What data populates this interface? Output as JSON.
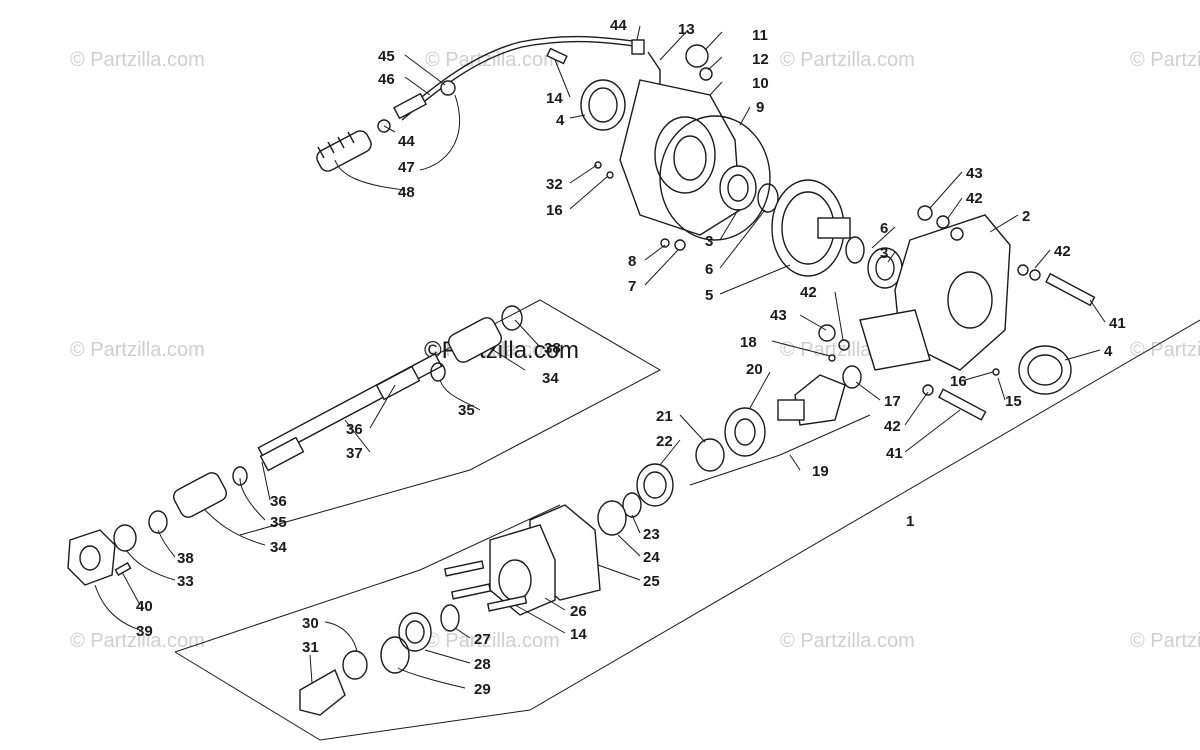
{
  "watermarks": [
    "© Partzilla.com",
    "© Partzilla.com",
    "© Partzilla.com",
    "© Partzilla.com",
    "© Partzilla.com",
    "© Partzilla.com",
    "© Partzilla.com",
    "© Partzilla.com",
    "© Partzilla.com",
    "© Partzilla.com",
    "© Partzilla.com",
    "© Partzilla.com"
  ],
  "center_watermark": "©Partzilla.com",
  "callouts": [
    "44",
    "13",
    "11",
    "12",
    "45",
    "46",
    "10",
    "14",
    "4",
    "9",
    "44",
    "47",
    "48",
    "32",
    "16",
    "3",
    "6",
    "5",
    "8",
    "7",
    "43",
    "42",
    "2",
    "6",
    "3",
    "42",
    "41",
    "4",
    "43",
    "42",
    "18",
    "38",
    "34",
    "20",
    "16",
    "15",
    "17",
    "35",
    "42",
    "21",
    "22",
    "36",
    "37",
    "41",
    "19",
    "36",
    "35",
    "34",
    "1",
    "23",
    "38",
    "33",
    "24",
    "25",
    "40",
    "39",
    "26",
    "14",
    "30",
    "31",
    "27",
    "28",
    "29"
  ]
}
